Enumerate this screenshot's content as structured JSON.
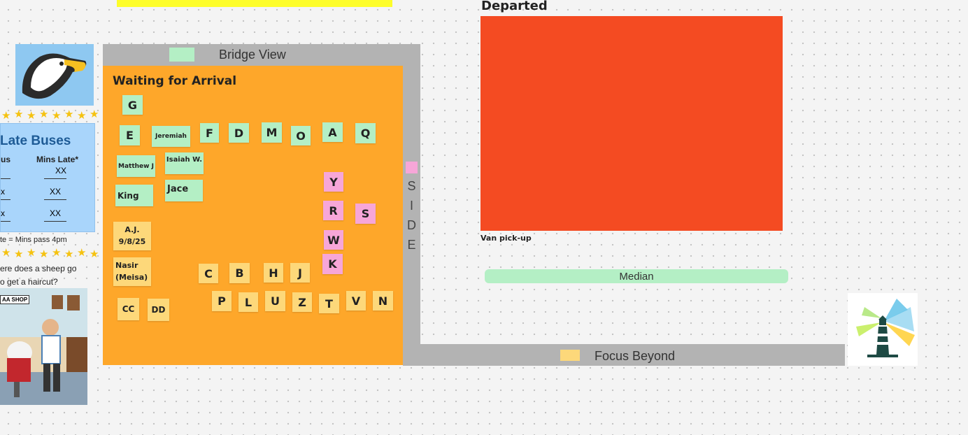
{
  "board": {
    "bridge_view": "Bridge View",
    "waiting_title": "Waiting for Arrival",
    "side_letters": [
      "S",
      "I",
      "D",
      "E"
    ],
    "focus_beyond": "Focus Beyond",
    "departed_title": "Departed",
    "van_pickup": "Van pick-up",
    "median": "Median"
  },
  "late_buses": {
    "title": "Late Buses",
    "col_bus": "us",
    "col_mins": "Mins Late*",
    "rows": [
      {
        "bus": "",
        "mins": "XX"
      },
      {
        "bus": "x",
        "mins": "XX"
      },
      {
        "bus": "x",
        "mins": "XX"
      }
    ],
    "footnote": "te = Mins pass 4pm"
  },
  "joke": {
    "line1": "ere does a sheep go",
    "line2": "o get a haircut?",
    "shop_sign": "AA SHOP"
  },
  "notes": {
    "G": "G",
    "E": "E",
    "Jeremiah": "Jeremiah",
    "F": "F",
    "D": "D",
    "M": "M",
    "O": "O",
    "A": "A",
    "Q": "Q",
    "MatthewJ": "Matthew J",
    "IsaiahW": "Isaiah W.",
    "King": "King",
    "Jace": "Jace",
    "Y": "Y",
    "R": "R",
    "S": "S",
    "W": "W",
    "K": "K",
    "AJ": "A.J. 9/8/25",
    "Nasir": "Nasir (Meisa)",
    "C": "C",
    "B": "B",
    "H": "H",
    "J": "J",
    "CC": "CC",
    "DD": "DD",
    "P": "P",
    "L": "L",
    "U": "U",
    "Z": "Z",
    "T": "T",
    "V": "V",
    "N": "N"
  },
  "colors": {
    "waiting_area": "#fea72a",
    "departed_area": "#f44b22",
    "road": "#b3b3b3",
    "green_note": "#b4efc5",
    "yellow_note": "#fdd87a",
    "pink_note": "#f7a6d8",
    "late_buses_bg": "#a9d5fb",
    "late_buses_title": "#1e5b96",
    "stars": "#f5c211"
  },
  "icons": {
    "mascot": "eagle-mascot-icon",
    "lighthouse": "lighthouse-logo-icon",
    "barbershop": "sheep-barbershop-illustration"
  }
}
